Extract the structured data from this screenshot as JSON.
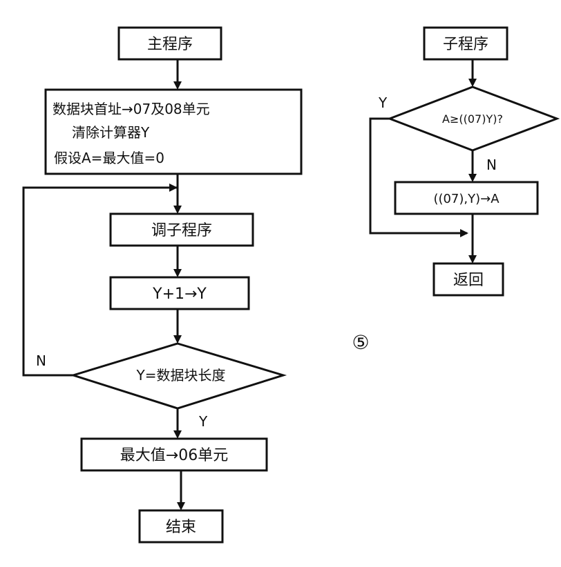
{
  "main_program": {
    "start": "主程序",
    "init_line1": "数据块首址→07及08单元",
    "init_line2": "清除计算器Y",
    "init_line3": "假设A=最大值=0",
    "call_sub": "调子程序",
    "increment": "Y+1→Y",
    "decision": "Y=数据块长度",
    "decision_yes": "Y",
    "decision_no": "N",
    "store_max": "最大值→06单元",
    "end": "结束"
  },
  "sub_program": {
    "start": "子程序",
    "decision": "A≥((07)Y)?",
    "decision_yes": "Y",
    "decision_no": "N",
    "assign": "((07),Y)→A",
    "return": "返回"
  },
  "figure_number": "⑤",
  "colors": {
    "ink": "#111111",
    "paper": "#ffffff"
  }
}
